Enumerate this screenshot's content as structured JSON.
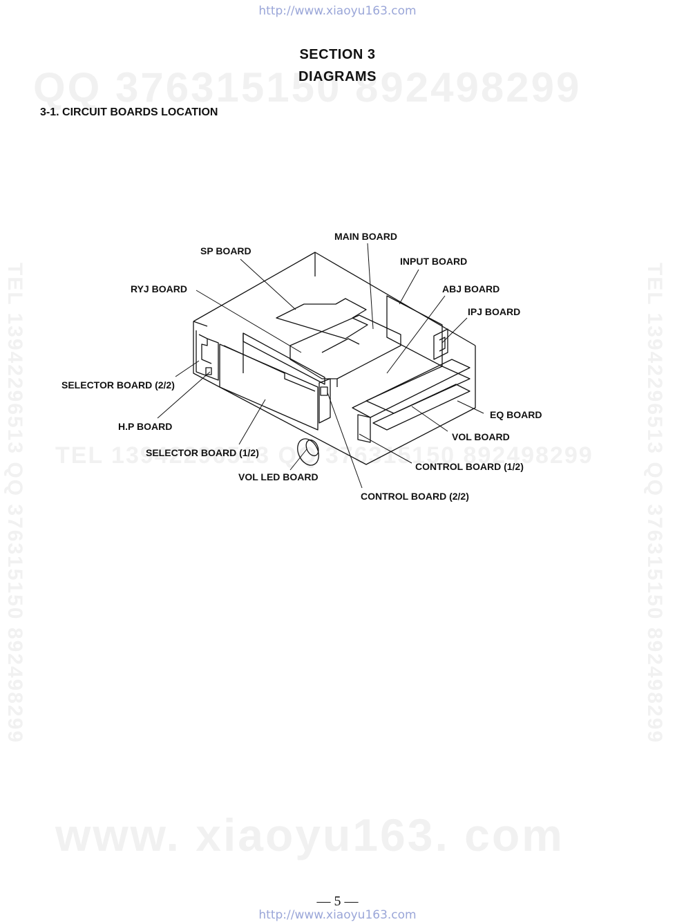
{
  "header_url": "http://www.xiaoyu163.com",
  "footer_url": "http://www.xiaoyu163.com",
  "section_title": "SECTION  3",
  "section_name": "DIAGRAMS",
  "subsection": "3-1.  CIRCUIT BOARDS LOCATION",
  "watermarks": {
    "qq_line": "QQ 376315150   892498299",
    "tel_line": "TEL  13942296513   QQ  376315150   892498299",
    "side_text": "TEL  13942296513  QQ  376315150  892498299",
    "site": "www. xiaoyu163. com"
  },
  "labels": {
    "main": "MAIN BOARD",
    "sp": "SP BOARD",
    "input": "INPUT BOARD",
    "ryj": "RYJ BOARD",
    "abj": "ABJ BOARD",
    "ipj": "IPJ BOARD",
    "selector22": "SELECTOR BOARD (2/2)",
    "hp": "H.P BOARD",
    "selector12": "SELECTOR BOARD (1/2)",
    "volled": "VOL LED BOARD",
    "eq": "EQ BOARD",
    "vol": "VOL BOARD",
    "control12": "CONTROL BOARD (1/2)",
    "control22": "CONTROL BOARD (2/2)"
  },
  "page_number": "— 5 —"
}
